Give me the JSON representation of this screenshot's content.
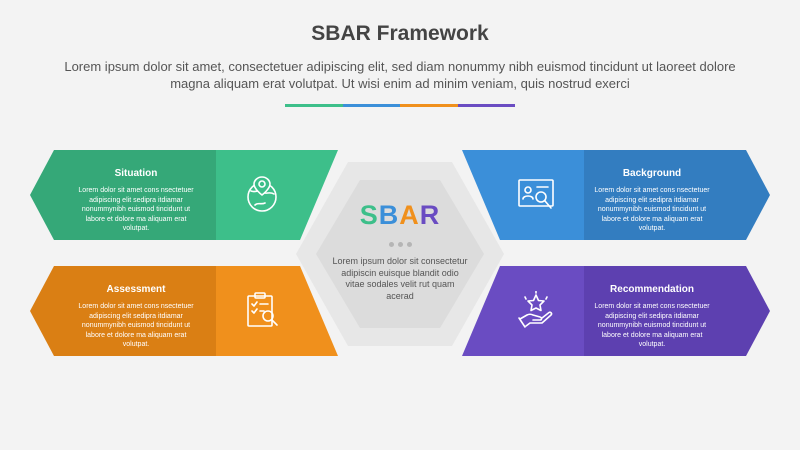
{
  "title": "SBAR Framework",
  "subtitle": "Lorem ipsum dolor sit amet, consectetuer adipiscing elit, sed diam nonummy nibh euismod tincidunt ut laoreet dolore magna aliquam erat volutpat. Ut wisi enim ad minim veniam, quis nostrud exerci",
  "divider_colors": [
    "#3dbf8a",
    "#3b8fd9",
    "#f0901c",
    "#6a4cc2"
  ],
  "center": {
    "letters": [
      {
        "char": "S",
        "color": "#3dbf8a"
      },
      {
        "char": "B",
        "color": "#3b8fd9"
      },
      {
        "char": "A",
        "color": "#f0901c"
      },
      {
        "char": "R",
        "color": "#6a4cc2"
      }
    ],
    "body": "Lorem ipsum dolor sit consectetur adipiscin euisque blandit odio vitae sodales velit rut quam acerad"
  },
  "cards": {
    "situation": {
      "label": "Situation",
      "body": "Lorem dolor sit amet cons nsectetuer adipiscing elit sedipra itdiamar nonummynibh euismod tincidunt ut labore et dolore ma aliquam erat volutpat.",
      "icon": "globe-location-icon",
      "color_main": "#3dbf8a",
      "color_dark": "#35a878"
    },
    "background": {
      "label": "Background",
      "body": "Lorem dolor sit amet cons nsectetuer adipiscing elit sedipra itdiamar nonummynibh euismod tincidunt ut labore et dolore ma aliquam erat volutpat.",
      "icon": "profile-search-icon",
      "color_main": "#3b8fd9",
      "color_dark": "#337dc0"
    },
    "assessment": {
      "label": "Assessment",
      "body": "Lorem dolor sit amet cons nsectetuer adipiscing elit sedipra itdiamar nonummynibh euismod tincidunt ut labore et dolore ma aliquam erat volutpat.",
      "icon": "clipboard-search-icon",
      "color_main": "#f0901c",
      "color_dark": "#da7f14"
    },
    "recommendation": {
      "label": "Recommendation",
      "body": "Lorem dolor sit amet cons nsectetuer adipiscing elit sedipra itdiamar nonummynibh euismod tincidunt ut labore et dolore ma aliquam erat volutpat.",
      "icon": "hand-star-icon",
      "color_main": "#6a4cc2",
      "color_dark": "#5d40b0"
    }
  }
}
